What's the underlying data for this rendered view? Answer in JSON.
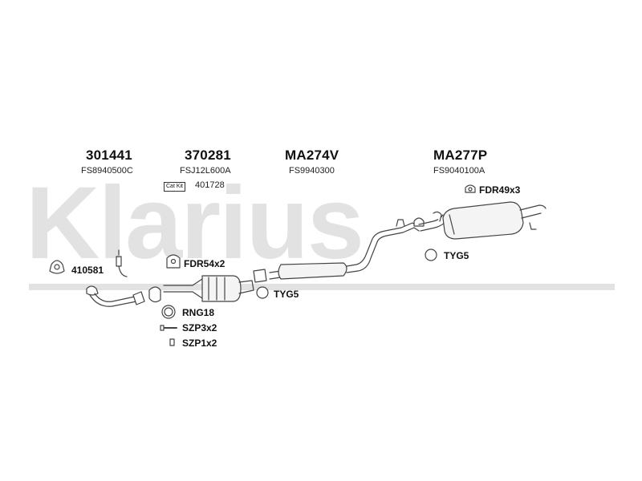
{
  "watermark": "Klarius",
  "groups": [
    {
      "number": "301441",
      "code": "FS8940500C"
    },
    {
      "number": "370281",
      "code": "FSJ12L600A",
      "badge": "Cat Kit",
      "extra": "401728"
    },
    {
      "number": "MA274V",
      "code": "FS9940300"
    },
    {
      "number": "MA277P",
      "code": "FS9040100A"
    }
  ],
  "parts": {
    "p410581": "410581",
    "fdr54x2": "FDR54x2",
    "rng18": "RNG18",
    "szp3x2": "SZP3x2",
    "szp1x2": "SZP1x2",
    "tyg5_mid": "TYG5",
    "tyg5_rear": "TYG5",
    "fdr49x3": "FDR49x3"
  },
  "colors": {
    "watermark": "#e2e2e2",
    "line": "#444444",
    "pipe_fill": "#f4f4f4"
  }
}
